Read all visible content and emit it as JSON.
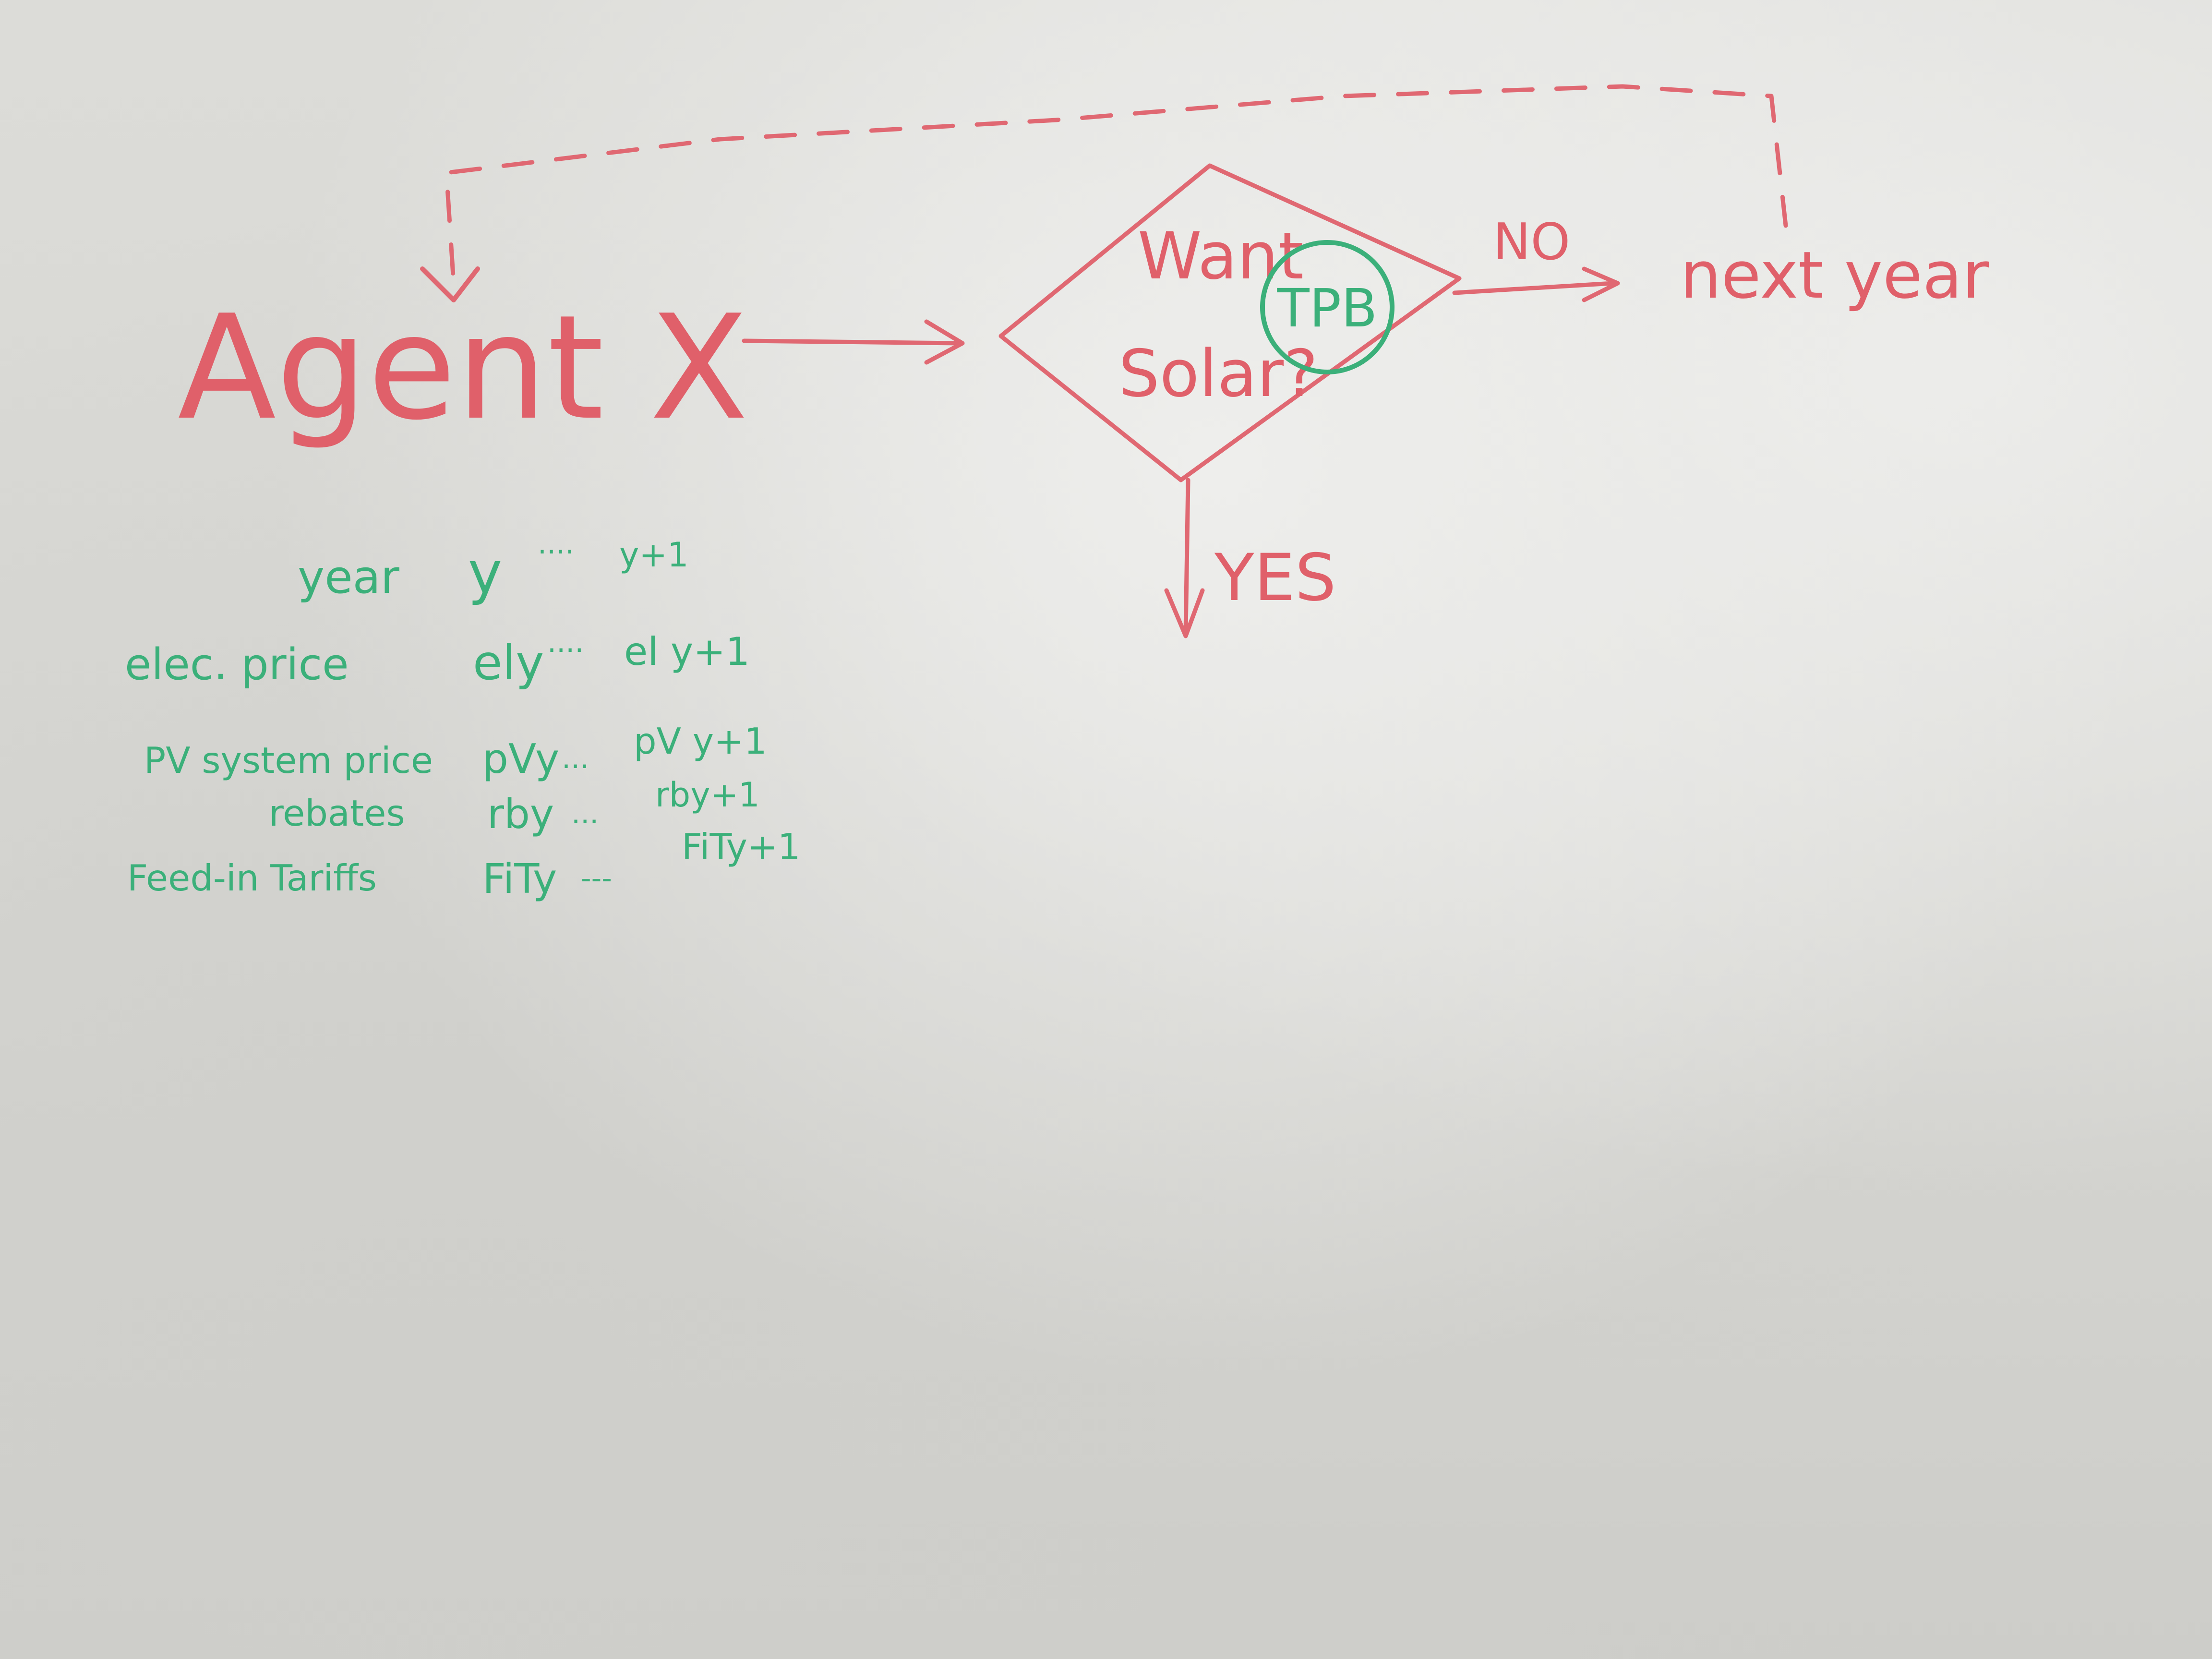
{
  "diagram": {
    "agent_label": "Agent X",
    "decision": {
      "line1": "Want",
      "line2": "Solar?",
      "badge": "TPB"
    },
    "no_label": "NO",
    "yes_label": "YES",
    "next_year_label": "next year",
    "variables": [
      {
        "name": "year",
        "current": "y",
        "sep": "····",
        "next": "y+1"
      },
      {
        "name": "elec. price",
        "current": "ely",
        "sep": "····",
        "next": "el y+1"
      },
      {
        "name": "PV system price",
        "current": "pVy",
        "sep": "...",
        "next": "pV y+1"
      },
      {
        "name": "rebates",
        "current": "rby",
        "sep": "...",
        "next": "rby+1"
      },
      {
        "name": "Feed-in Tariffs",
        "current": "FiTy",
        "sep": "---",
        "next": "FiTy+1"
      }
    ],
    "colors": {
      "marker_red": "#e06872",
      "marker_green": "#3bb07a",
      "board": "#dcdcd8"
    }
  }
}
